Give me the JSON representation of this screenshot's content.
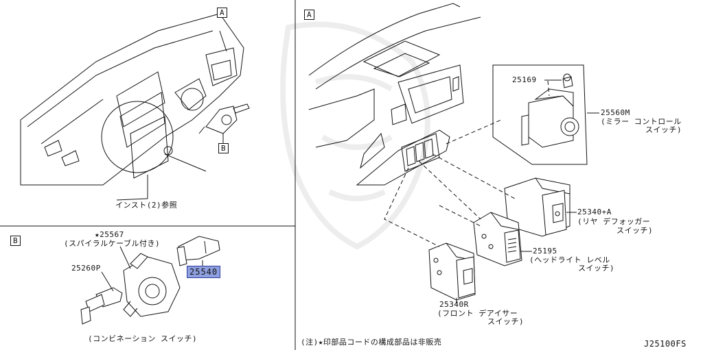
{
  "section_tags": {
    "dash_overview": "A",
    "switch_zoom": "B",
    "detail_panel": "A",
    "combination_panel": "B"
  },
  "labels": {
    "instrument_ref": "インスト(2)参照",
    "part_25169": "25169",
    "part_25560m": "25560M",
    "desc_25560m_1": "(ミラー コントロール",
    "desc_25560m_2": "スイッチ)",
    "part_25340a": "25340+A",
    "desc_25340a_1": "(リヤ デフォッガー",
    "desc_25340a_2": "スイッチ)",
    "part_25195": "25195",
    "desc_25195_1": "(ヘッドライト レベル",
    "desc_25195_2": "スイッチ)",
    "part_25340r": "25340R",
    "desc_25340r_1": "(フロント デアイサー",
    "desc_25340r_2": "スイッチ)",
    "part_25567": "★25567",
    "desc_25567": "(スパイラルケーブル付き)",
    "part_25260p": "25260P",
    "part_25540": "25540",
    "combination_caption": "(コンビネーション スイッチ)",
    "note": "(注)★印部品コードの構成部品は非販売",
    "diagram_code": "J25100FS"
  },
  "colors": {
    "highlight": "#8fa0e0",
    "line": "#111111"
  }
}
